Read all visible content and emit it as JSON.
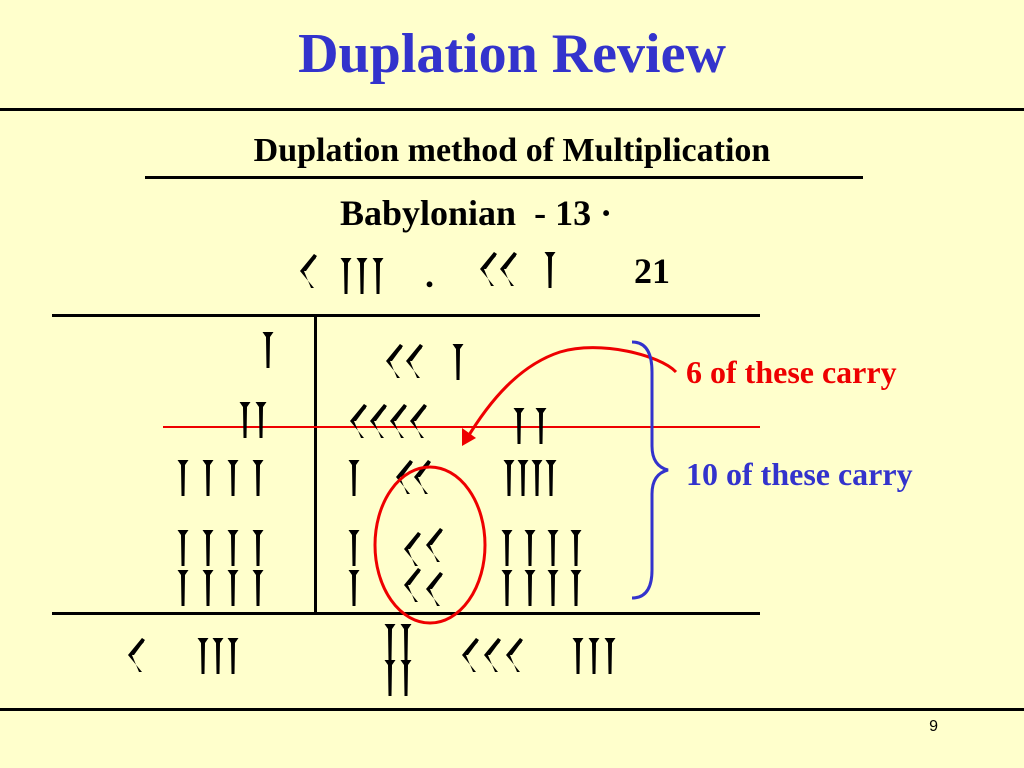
{
  "slide": {
    "title": "Duplation Review",
    "subtitle": "Duplation method of Multiplication",
    "problem_text": "Babylonian  - 13 ·",
    "dot_text": ".",
    "second_factor": "21",
    "note_red": "6 of these carry",
    "note_blue": "10 of these carry",
    "page_number": "9"
  },
  "colors": {
    "title": "#3333cc",
    "red": "#ee0000",
    "blue": "#3333cc",
    "background": "#ffffcc"
  },
  "icons": {
    "wedge": "cuneiform-one-wedge",
    "chevron": "cuneiform-ten-chevron"
  }
}
